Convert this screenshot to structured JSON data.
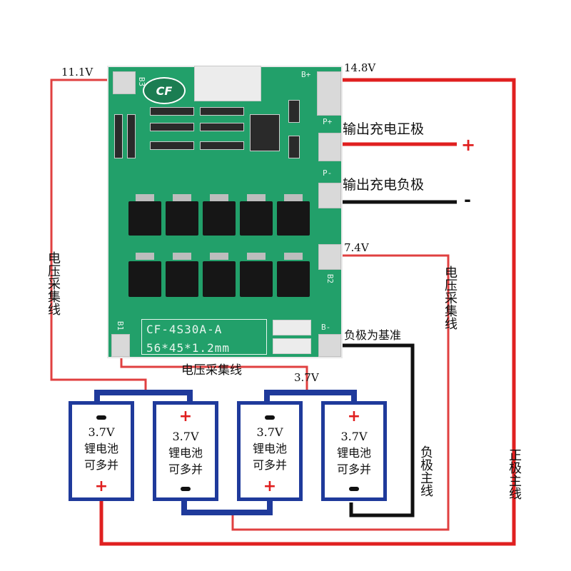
{
  "colors": {
    "positive": "#e02020",
    "negative": "#111111",
    "cell_frame": "#1f3a9b",
    "board": "#22a06a",
    "sense_wire": "#e04040"
  },
  "board": {
    "model": "CF-4S30A-A",
    "size": "56*45*1.2mm",
    "logo": "CF",
    "pads": {
      "b3": "B3",
      "b_plus": "B+",
      "p_plus": "P+",
      "p_minus": "P-",
      "b2": "B2",
      "b1": "B1",
      "b_minus": "B-"
    }
  },
  "labels": {
    "v_11_1": "11.1V",
    "v_14_8": "14.8V",
    "v_7_4": "7.4V",
    "v_3_7": "3.7V",
    "out_charge_pos": "输出充电正极",
    "out_charge_neg": "输出充电负极",
    "neg_reference": "负极为基准",
    "sense_line_h": "电压采集线",
    "sense_line_left": "电压采集线",
    "sense_line_right": "电压采集线",
    "neg_main": "负极主线",
    "pos_main": "正极主线",
    "plus_sign": "+",
    "minus_sign": "-"
  },
  "cells": [
    {
      "voltage": "3.7V",
      "type": "锂电池",
      "note": "可多并",
      "top": "-",
      "bottom": "+"
    },
    {
      "voltage": "3.7V",
      "type": "锂电池",
      "note": "可多并",
      "top": "+",
      "bottom": "-"
    },
    {
      "voltage": "3.7V",
      "type": "锂电池",
      "note": "可多并",
      "top": "-",
      "bottom": "+"
    },
    {
      "voltage": "3.7V",
      "type": "锂电池",
      "note": "可多并",
      "top": "+",
      "bottom": "-"
    }
  ]
}
